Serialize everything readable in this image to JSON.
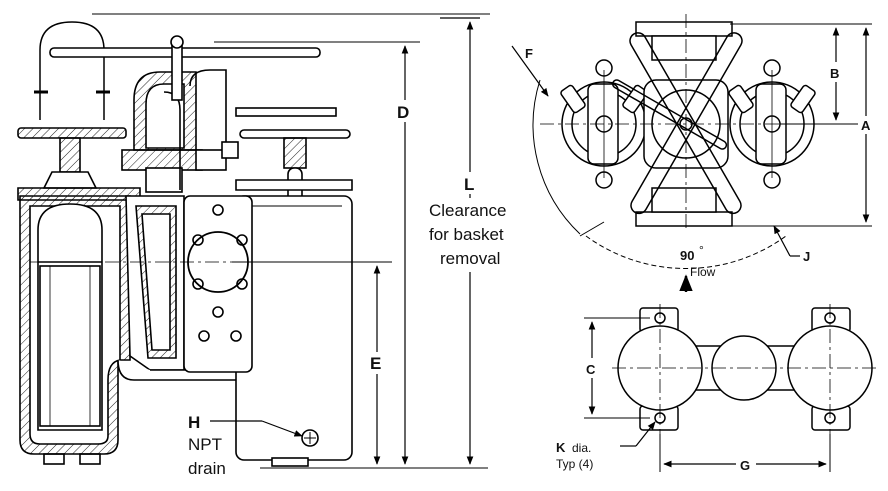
{
  "drawing": {
    "labels": {
      "A": "A",
      "B": "B",
      "C": "C",
      "D": "D",
      "E": "E",
      "F": "F",
      "G": "G",
      "H": "H",
      "J": "J",
      "L": "L",
      "K": "K"
    },
    "clearance_lines": [
      "Clearance",
      "for basket",
      "removal"
    ],
    "drain_lines": [
      "NPT",
      "drain"
    ],
    "angle": "90",
    "degree_mark": "°",
    "flow": "Flow",
    "k_note": "dia.",
    "k_typ": "Typ (4)"
  }
}
